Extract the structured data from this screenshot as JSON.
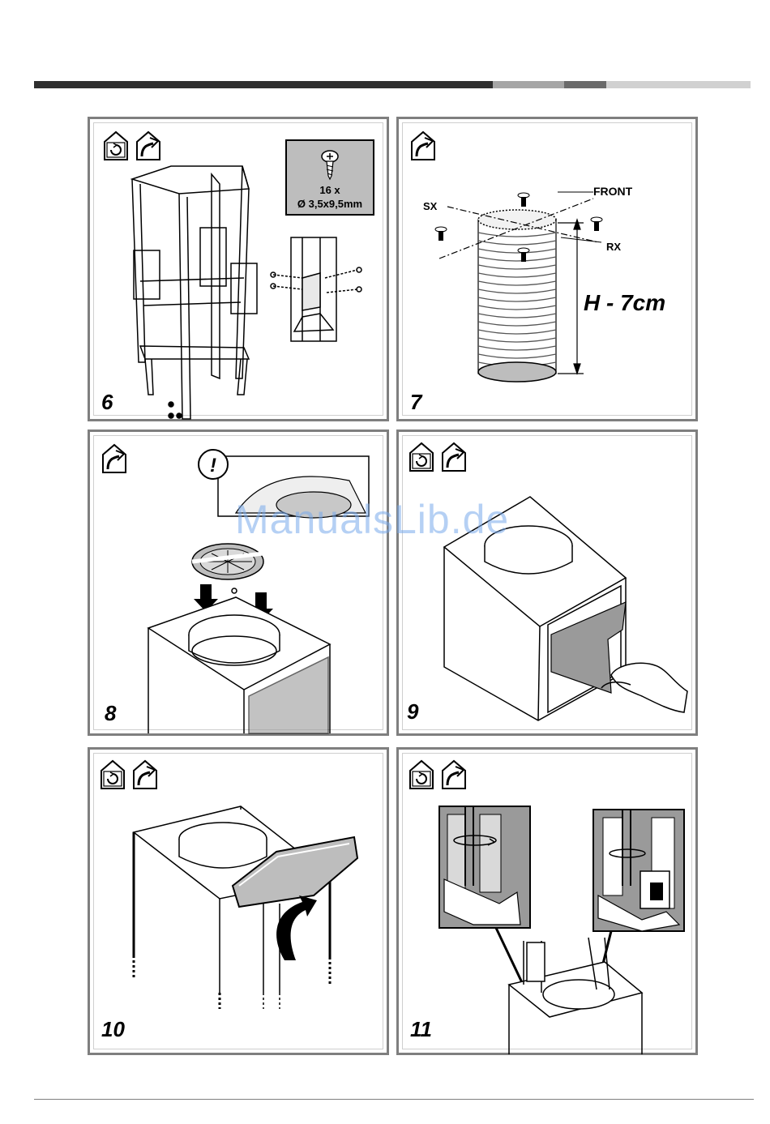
{
  "panels": [
    {
      "step": "6",
      "screw_count": "16 x",
      "screw_size": "Ø 3,5x9,5mm"
    },
    {
      "step": "7",
      "labels": {
        "front": "FRONT",
        "sx": "SX",
        "rx": "RX",
        "height": "H - 7cm"
      }
    },
    {
      "step": "8",
      "warning_symbol": "!"
    },
    {
      "step": "9"
    },
    {
      "step": "10"
    },
    {
      "step": "11"
    }
  ],
  "watermark": "ManualsLib.de",
  "icons": [
    "recirculation-mode-icon",
    "extraction-mode-icon"
  ],
  "colors": {
    "bar_dark": "#2f2f2f",
    "bar_mid": "#a6a6a6",
    "bar_accent": "#6b6b6b",
    "bar_light": "#d1d1d1",
    "panel_border": "#7f7f7f",
    "shade": "#9a9a9a"
  }
}
